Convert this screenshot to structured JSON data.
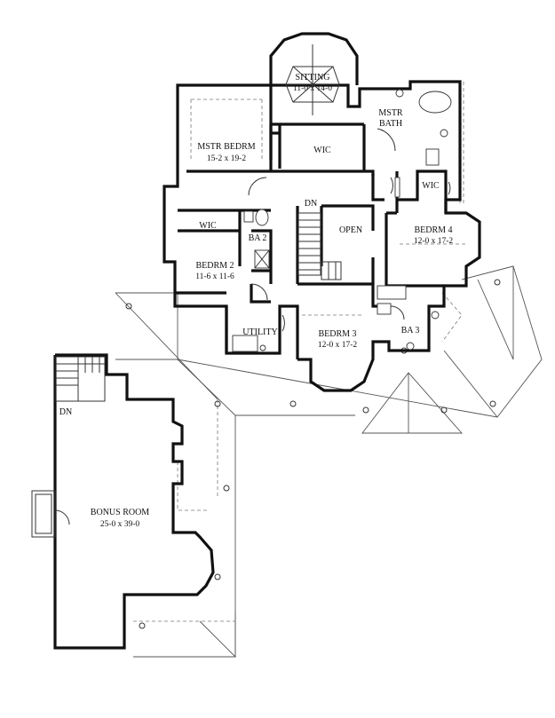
{
  "rooms": {
    "sitting": {
      "name": "SITTING",
      "size": "11-0 x 14-0"
    },
    "mstr_bath": {
      "name_line1": "MSTR",
      "name_line2": "BATH"
    },
    "mstr_bedrm": {
      "name": "MSTR BEDRM",
      "size": "15-2 x 19-2"
    },
    "wic_master": {
      "name": "WIC"
    },
    "wic_small": {
      "name": "WIC"
    },
    "wic_bed2": {
      "name": "WIC"
    },
    "ba2": {
      "name": "BA 2"
    },
    "open": {
      "name": "OPEN"
    },
    "bedrm4": {
      "name": "BEDRM 4",
      "size": "12-0 x 17-2"
    },
    "bedrm2": {
      "name": "BEDRM 2",
      "size": "11-6 x 11-6"
    },
    "utility": {
      "name": "UTILITY"
    },
    "bedrm3": {
      "name": "BEDRM 3",
      "size": "12-0 x 17-2"
    },
    "ba3": {
      "name": "BA 3"
    },
    "bonus": {
      "name": "BONUS ROOM",
      "size": "25-0 x 39-0"
    }
  },
  "stairs": {
    "main_dn": "DN",
    "bonus_dn": "DN"
  }
}
